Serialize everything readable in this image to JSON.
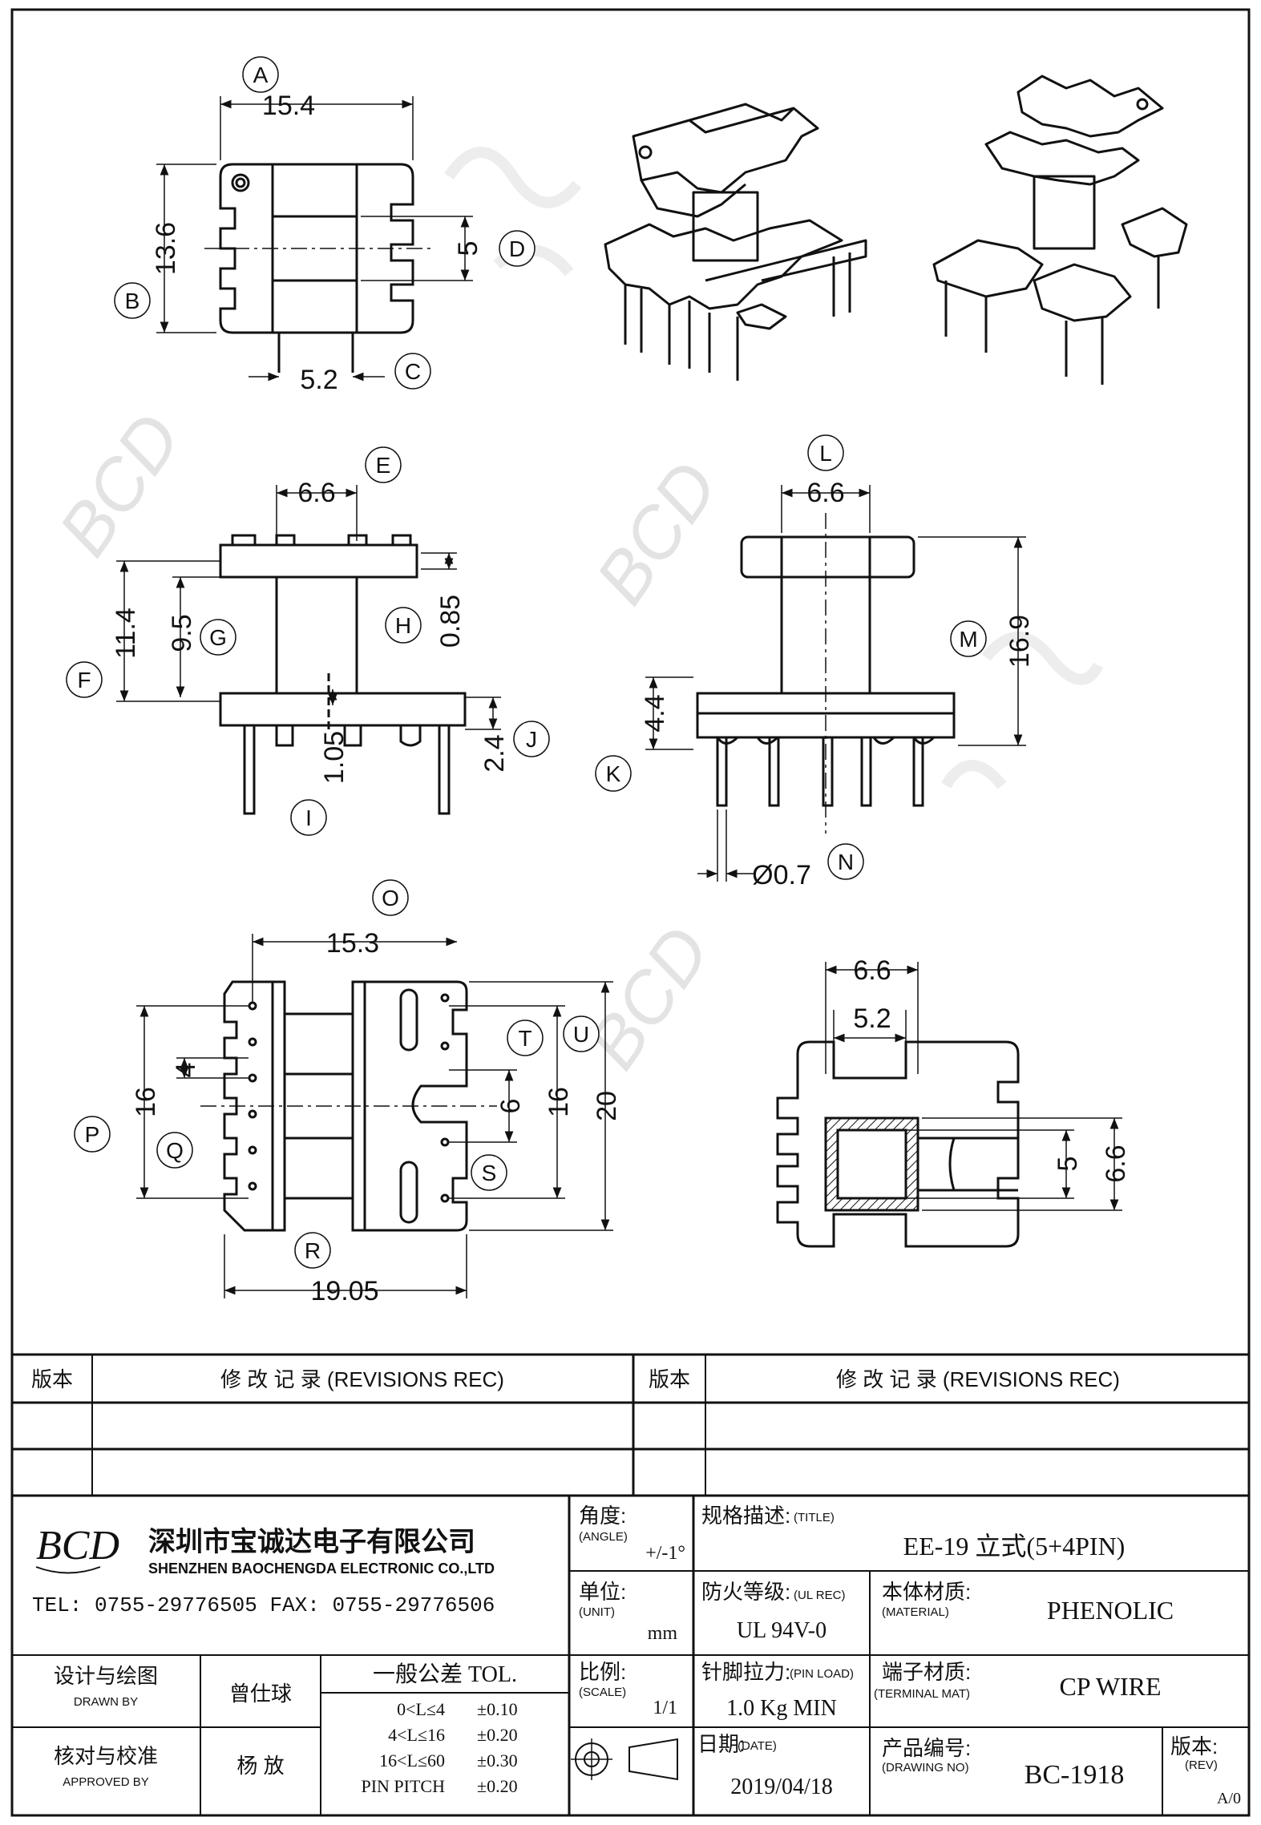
{
  "drawing": {
    "dimensions": {
      "top_view": {
        "width": "15.4",
        "height": "13.6",
        "slot": "5",
        "pin_pitch": "5.2"
      },
      "side_view": {
        "width": "6.6",
        "overall": "11.4",
        "inner": "9.5",
        "flange": "0.85",
        "gap": "1.05",
        "pin_row": "2.4"
      },
      "front_view": {
        "width": "6.6",
        "height": "16.9",
        "base": "4.4",
        "pin_dia": "Ø0.7"
      },
      "bottom_view": {
        "top": "15.3",
        "pitch_left": "16",
        "pitch_small": "4",
        "pitch_mid": "6",
        "pitch_right": "16",
        "height": "20",
        "width": "19.05"
      },
      "section_view": {
        "outer": "6.6",
        "inner": "5.2",
        "bore_h": "5",
        "bore_h2": "6.6"
      }
    },
    "labels": [
      "A",
      "B",
      "C",
      "D",
      "E",
      "F",
      "G",
      "H",
      "I",
      "J",
      "K",
      "L",
      "M",
      "N",
      "O",
      "P",
      "Q",
      "R",
      "S",
      "T",
      "U"
    ],
    "watermark_logo": "BCD 宝诚达"
  },
  "title_block": {
    "revisions": {
      "col_version": "版本",
      "col_record": "修 改 记 录  (REVISIONS REC)"
    },
    "company": {
      "logo": "BCD",
      "name_cn": "深圳市宝诚达电子有限公司",
      "name_en": "SHENZHEN BAOCHENGDA ELECTRONIC CO.,LTD",
      "contact": "TEL: 0755-29776505  FAX: 0755-29776506"
    },
    "angle": {
      "label": "角度:",
      "label_en": "(ANGLE)",
      "value": "+/-1°"
    },
    "title": {
      "label": "规格描述:",
      "label_en": "(TITLE)",
      "value": "EE-19 立式(5+4PIN)"
    },
    "unit": {
      "label": "单位:",
      "label_en": "(UNIT)",
      "value": "mm"
    },
    "ul": {
      "label": "防火等级:",
      "label_en": "(UL REC)",
      "value": "UL 94V-0"
    },
    "material": {
      "label": "本体材质:",
      "label_en": "(MATERIAL)",
      "value": "PHENOLIC"
    },
    "drawn": {
      "label": "设计与绘图",
      "label_en": "DRAWN BY",
      "value": "曾仕球"
    },
    "approved": {
      "label": "核对与校准",
      "label_en": "APPROVED BY",
      "value": "杨  放"
    },
    "tolerance": {
      "label": "一般公差  TOL.",
      "rows": [
        {
          "range": "0<L≤4",
          "tol": "±0.10"
        },
        {
          "range": "4<L≤16",
          "tol": "±0.20"
        },
        {
          "range": "16<L≤60",
          "tol": "±0.30"
        },
        {
          "range": "PIN PITCH",
          "tol": "±0.20"
        }
      ]
    },
    "scale": {
      "label": "比例:",
      "label_en": "(SCALE)",
      "value": "1/1"
    },
    "pin_load": {
      "label": "针脚拉力:",
      "label_en": "(PIN LOAD)",
      "value": "1.0 Kg MIN"
    },
    "terminal": {
      "label": "端子材质:",
      "label_en": "(TERMINAL MAT)",
      "value": "CP WIRE"
    },
    "date": {
      "label": "日期:",
      "label_en": "(DATE)",
      "value": "2019/04/18"
    },
    "drawing_no": {
      "label": "产品编号:",
      "label_en": "(DRAWING NO)",
      "value": "BC-1918"
    },
    "rev": {
      "label": "版本:",
      "label_en": "(REV)",
      "value": "A/0"
    }
  }
}
